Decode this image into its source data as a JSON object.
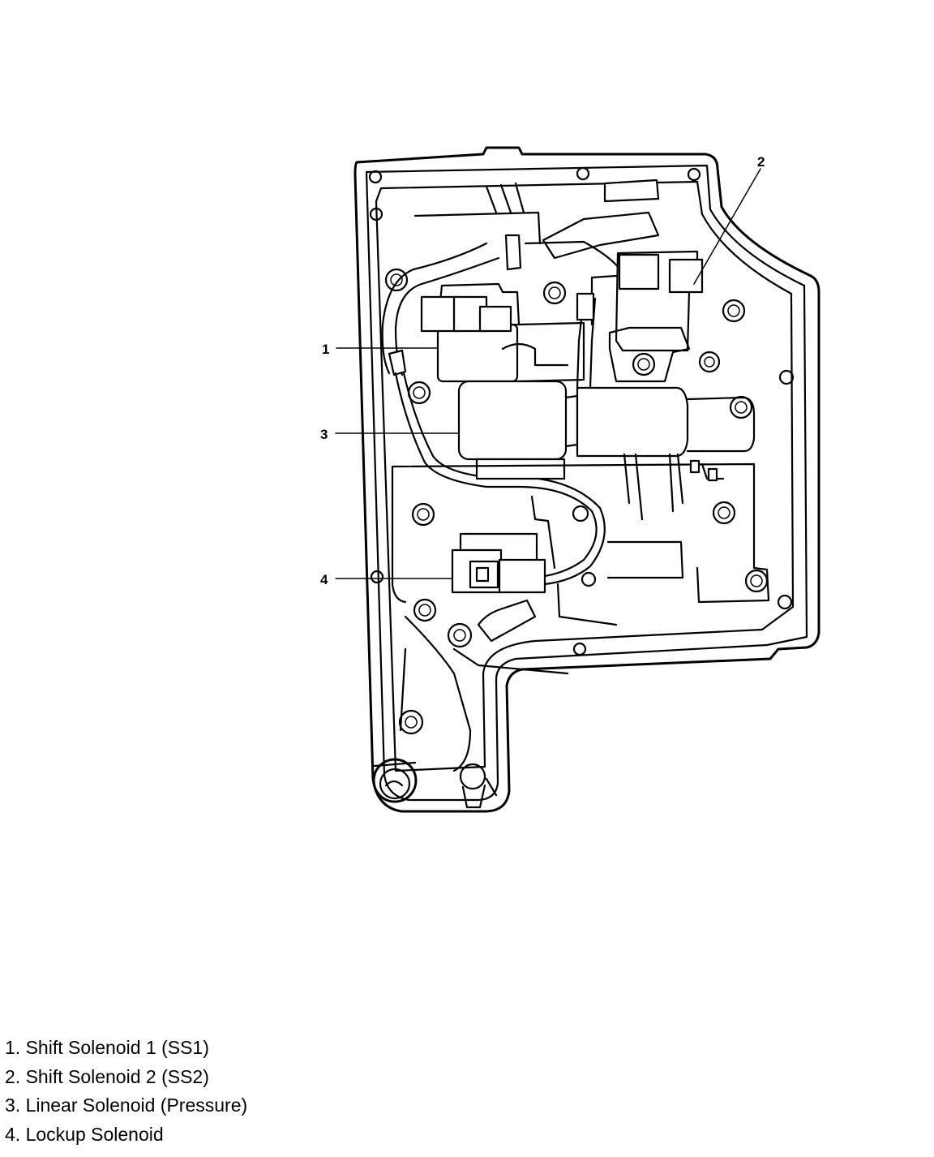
{
  "callouts": [
    {
      "number": "1"
    },
    {
      "number": "2"
    },
    {
      "number": "3"
    },
    {
      "number": "4"
    }
  ],
  "legend": [
    "1. Shift Solenoid 1 (SS1)",
    "2. Shift Solenoid 2 (SS2)",
    "3. Linear Solenoid (Pressure)",
    "4. Lockup Solenoid"
  ]
}
